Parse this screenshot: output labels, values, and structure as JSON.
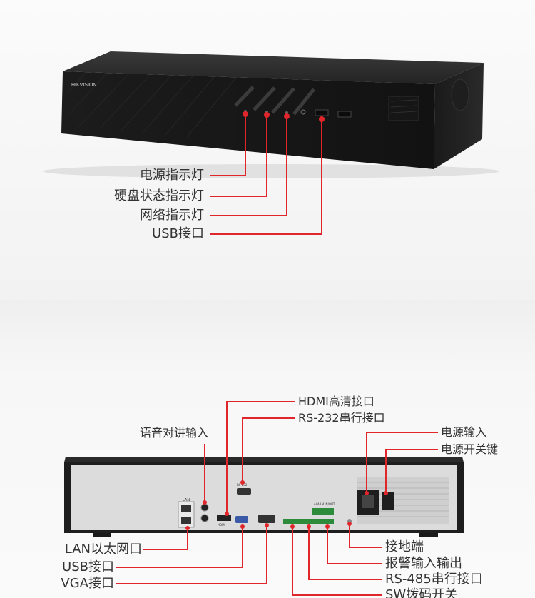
{
  "brand": "HIKVISION",
  "front": {
    "labels": [
      "电源指示灯",
      "硬盘状态指示灯",
      "网络指示灯",
      "USB接口"
    ]
  },
  "rear": {
    "panel_text": {
      "lan": "LAN",
      "rs232": "RS-232",
      "hdmi": "HDMI",
      "alarm": "ALARM IN/OUT"
    },
    "labels": {
      "hdmi": "HDMI高清接口",
      "rs232": "RS-232串行接口",
      "audio": "语音对讲输入",
      "power_in": "电源输入",
      "power_switch": "电源开关键",
      "lan": "LAN以太网口",
      "usb": "USB接口",
      "vga": "VGA接口",
      "ground": "接地端",
      "alarm": "报警输入输出",
      "rs485": "RS-485串行接口",
      "sw": "SW拨码开关"
    }
  },
  "colors": {
    "callout": "#e0262b",
    "device": "#1a1a1a",
    "text": "#333333"
  }
}
